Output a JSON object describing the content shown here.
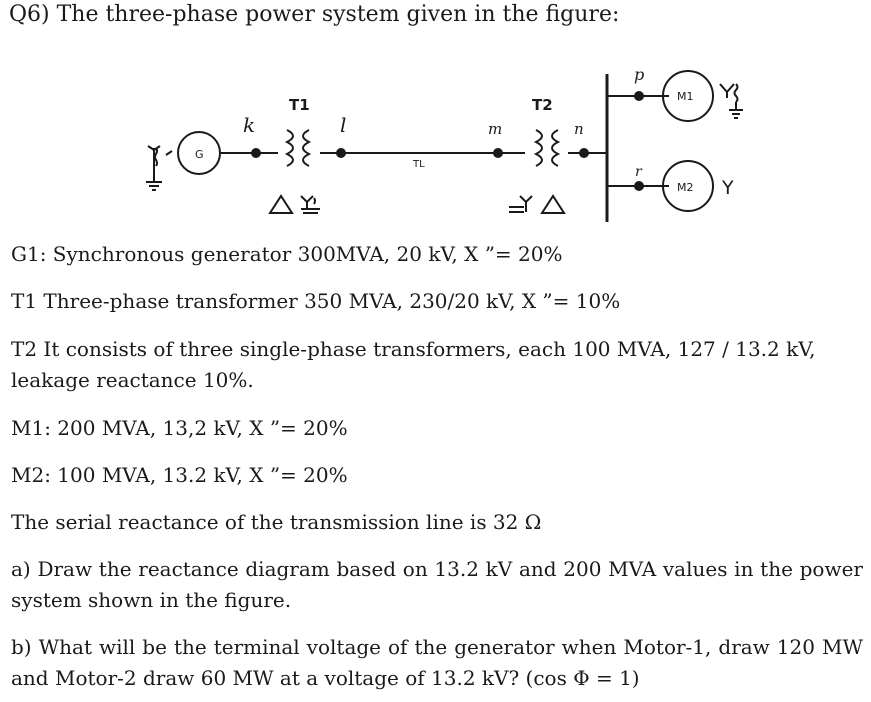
{
  "question_title": "Q6) The three-phase power system given in the figure:",
  "diagram": {
    "generator_label": "G",
    "t1_label": "T1",
    "t2_label": "T2",
    "line_label": "TL",
    "m1_label": "M1",
    "m2_label": "M2",
    "bus_k": "k",
    "bus_l": "l",
    "bus_m": "m",
    "bus_n": "n",
    "bus_p": "p",
    "bus_r": "r",
    "t1_connection": "ΔY",
    "t2_connection": "YΔ",
    "m2_connection": "Y"
  },
  "specs": {
    "g1": "G1: Synchronous generator 300MVA, 20 kV, X ”= 20%",
    "t1": "T1 Three-phase transformer 350 MVA, 230/20 kV, X ”= 10%",
    "t2": "T2 It consists of three single-phase transformers, each 100 MVA, 127 / 13.2 kV, leakage reactance 10%.",
    "m1": "M1: 200 MVA, 13,2 kV, X ”= 20%",
    "m2": "M2: 100 MVA, 13.2 kV, X ”= 20%",
    "line": "The serial reactance of the transmission line is 32 Ω"
  },
  "tasks": {
    "a": "a) Draw the reactance diagram based on 13.2 kV and 200 MVA values in the power system shown in the figure.",
    "b": "b) What will be the terminal voltage of the generator when Motor-1, draw 120 MW and Motor-2 draw 60 MW at a voltage of 13.2 kV? (cos Φ = 1)"
  }
}
